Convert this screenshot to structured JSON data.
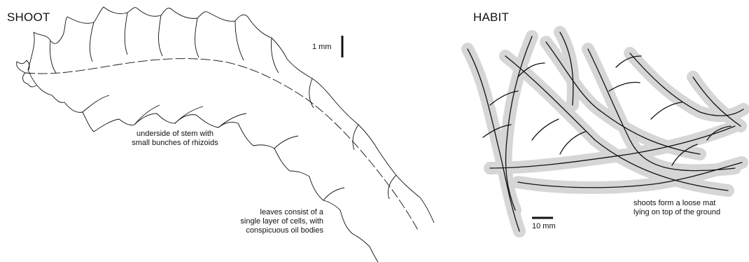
{
  "shoot_panel": {
    "title": "SHOOT",
    "scale_label": "1 mm",
    "annotations": [
      {
        "line1": "underside of stem with",
        "line2": "small bunches of rhizoids"
      },
      {
        "line1": "leaves consist of a",
        "line2": "single layer of cells, with",
        "line3": "conspicuous oil bodies"
      }
    ]
  },
  "habit_panel": {
    "title": "HABIT",
    "scale_label": "10 mm",
    "annotation": {
      "line1": "shoots form a loose mat",
      "line2": "lying on top of the ground"
    },
    "colors": {
      "mat": "#d6d6d6",
      "stems": "#111111"
    }
  }
}
